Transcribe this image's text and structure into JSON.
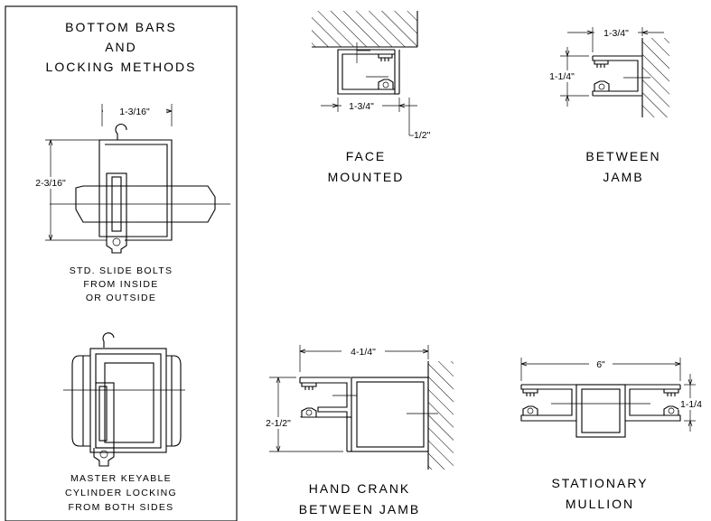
{
  "panel": {
    "title": [
      "BOTTOM BARS",
      "AND",
      "LOCKING METHODS"
    ],
    "slide_bolts": {
      "width_dim": "1-3/16\"",
      "height_dim": "2-3/16\"",
      "caption": [
        "STD. SLIDE BOLTS",
        "FROM INSIDE",
        "OR OUTSIDE"
      ]
    },
    "master_key": {
      "caption": [
        "MASTER KEYABLE",
        "CYLINDER LOCKING",
        "FROM BOTH SIDES"
      ]
    }
  },
  "face_mounted": {
    "dim_width": "1-3/4\"",
    "dim_offset": "1/2\"",
    "caption": [
      "FACE",
      "MOUNTED"
    ]
  },
  "between_jamb": {
    "dim_width": "1-3/4\"",
    "dim_height": "1-1/4\"",
    "caption": [
      "BETWEEN",
      "JAMB"
    ]
  },
  "hand_crank": {
    "dim_width": "4-1/4\"",
    "dim_height": "2-1/2\"",
    "caption": [
      "HAND CRANK",
      "BETWEEN JAMB"
    ]
  },
  "stationary_mullion": {
    "dim_width": "6\"",
    "dim_height": "1-1/4",
    "caption": [
      "STATIONARY",
      "MULLION"
    ]
  }
}
